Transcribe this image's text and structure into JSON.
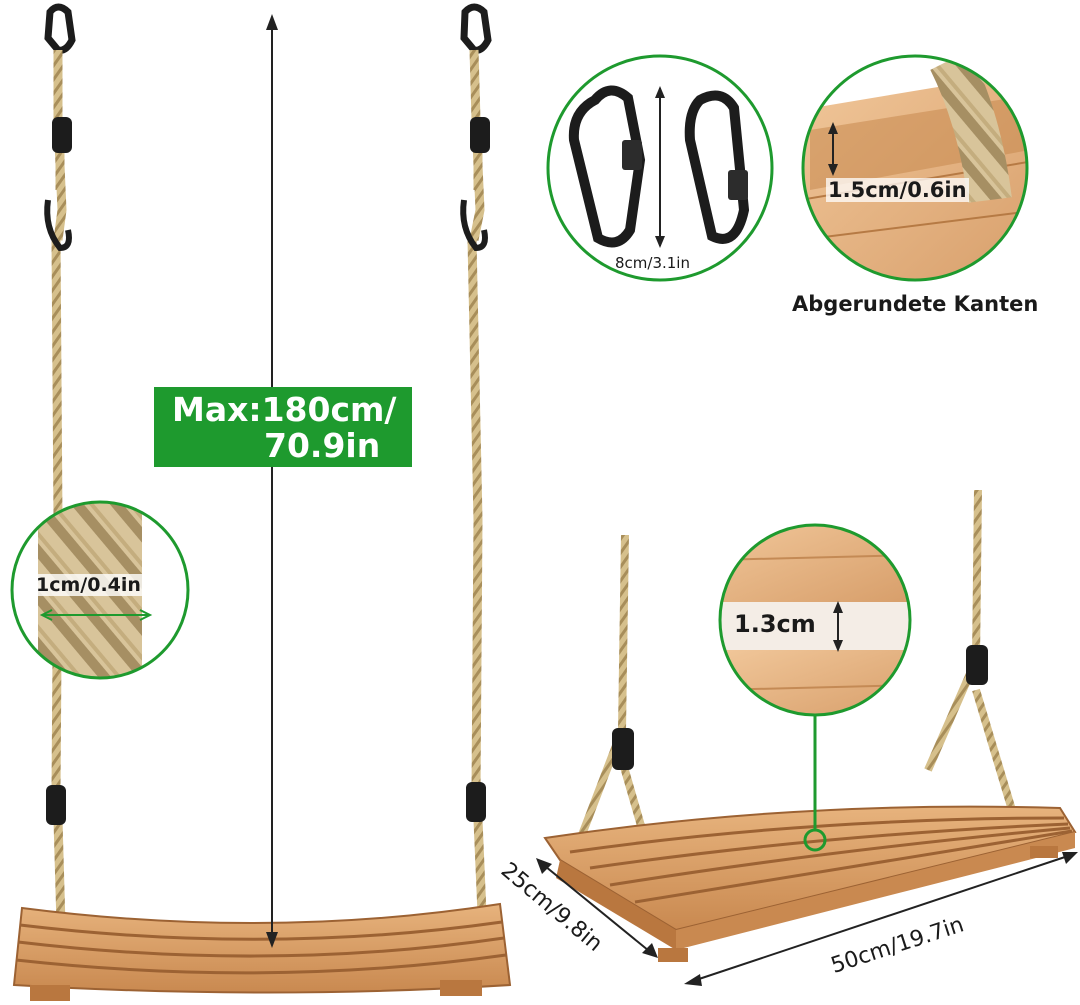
{
  "labels": {
    "max_length": "Max:180cm/",
    "max_length_in": "70.9in",
    "carabiner_size": "8cm/3.1in",
    "edge_thickness": "1.5cm/0.6in",
    "rounded_edges": "Abgerundete Kanten",
    "rope_diameter": "1cm/0.4in",
    "seat_thickness": "1.3cm",
    "seat_depth": "25cm/9.8in",
    "seat_width": "50cm/19.7in"
  },
  "colors": {
    "accent_green": "#1e9a2e",
    "rope": "#c9b27e",
    "wood": "#d9a06a",
    "wood_dark": "#b9773f",
    "hardware": "#1c1c1c"
  },
  "icons": [
    "carabiner-icon",
    "rope-adjuster-icon",
    "magnifier-circle-icon",
    "dimension-arrow-icon"
  ]
}
